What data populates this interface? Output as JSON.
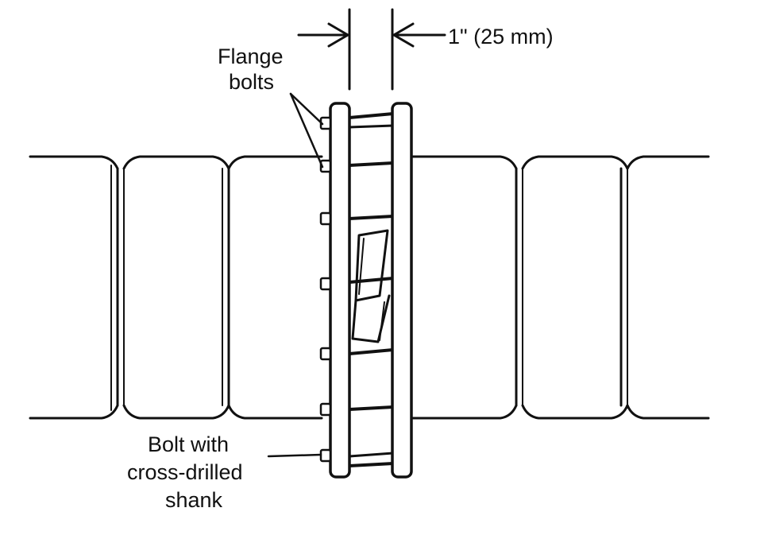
{
  "labels": {
    "dimension": "1\" (25 mm)",
    "flange_bolts_line1": "Flange",
    "flange_bolts_line2": "bolts",
    "bolt_line1": "Bolt with",
    "bolt_line2": "cross-drilled",
    "bolt_line3": "shank"
  },
  "colors": {
    "ink": "#111111",
    "paper": "#ffffff"
  }
}
